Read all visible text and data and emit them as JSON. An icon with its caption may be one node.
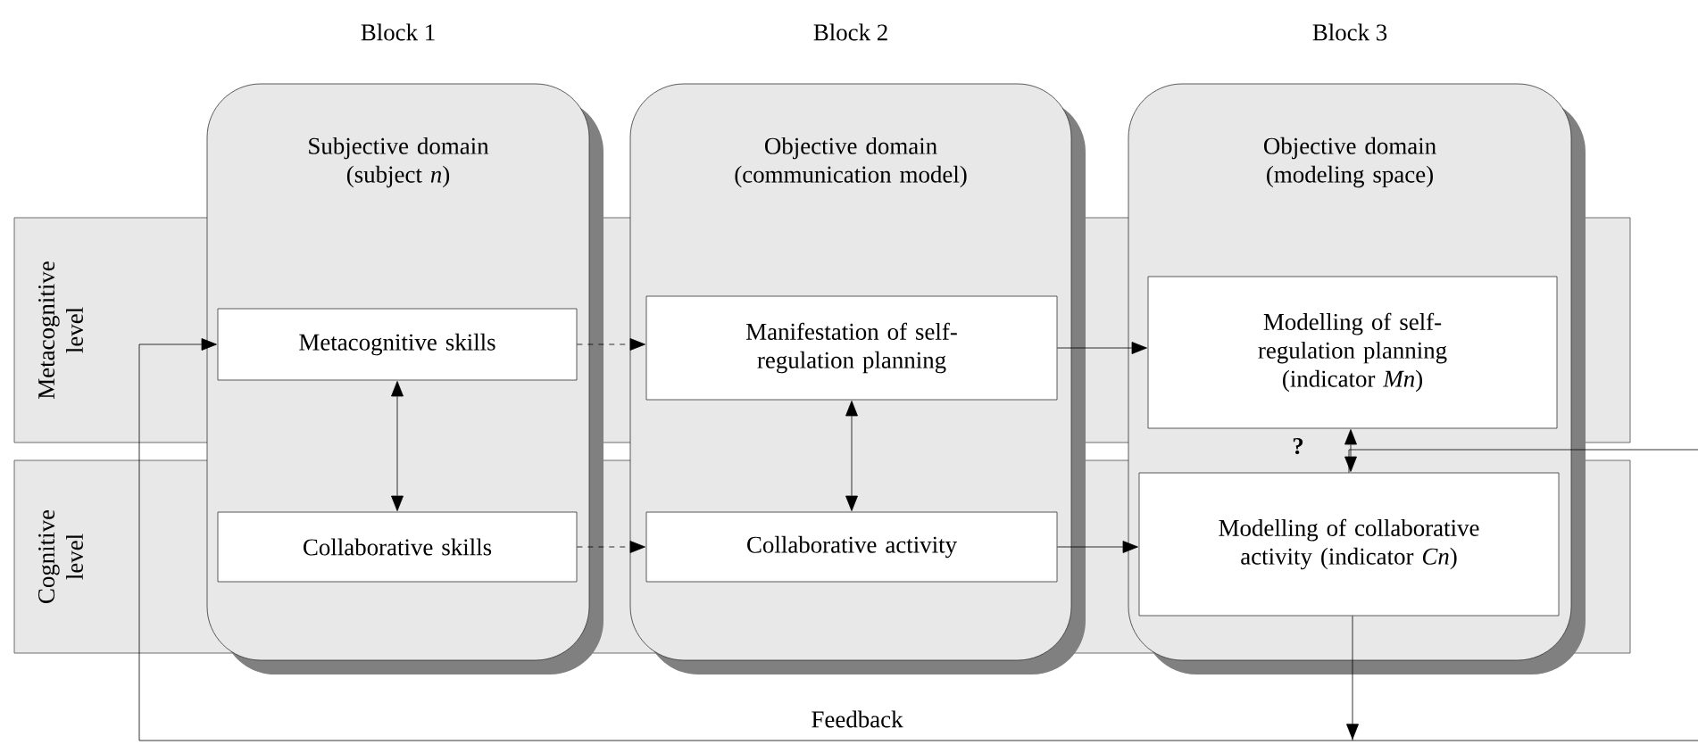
{
  "diagram": {
    "nodes": [
      {
        "text": [
          "Block 1",
          "Subjective domain (subject *n*)"
        ]
      },
      {
        "text": [
          "Block 2",
          "Objective domain (communication model)"
        ]
      },
      {
        "text": [
          "Block 3",
          "Objective domain (modeling space)"
        ]
      },
      {
        "text": [
          "Metacognitive skills"
        ],
        "in": 0
      },
      {
        "text": [
          "Collaborative skills"
        ],
        "in": 0
      },
      {
        "text": [
          "Manifestation of self-regulation planning"
        ],
        "in": 1
      },
      {
        "text": [
          "Collaborative activity"
        ],
        "in": 1
      },
      {
        "text": [
          "Modelling of self-regulation planning (indicator *Mn*)"
        ],
        "in": 2
      },
      {
        "text": [
          "Modelling of collaborative activity (indicator *Cn*)"
        ],
        "in": 2
      }
    ],
    "edges": [
      {
        "from": 3,
        "to": 5,
        "arrow": "to",
        "style": "dashed"
      },
      {
        "from": 4,
        "to": 6,
        "arrow": "to",
        "style": "dashed"
      },
      {
        "from": 5,
        "to": 7,
        "arrow": "to"
      },
      {
        "from": 6,
        "to": 8,
        "arrow": "to"
      },
      {
        "from": 3,
        "to": 4,
        "arrow": "both"
      },
      {
        "from": 5,
        "to": 6,
        "arrow": "both"
      },
      {
        "from": 7,
        "to": 8,
        "arrow": "both"
      },
      {
        "from": null,
        "to": 8,
        "arrow": "none"
      },
      {
        "from": 8,
        "to": 3,
        "arrow": "to",
        "label": "Feedback"
      }
    ],
    "labels": [
      "Metacognitive level",
      "?",
      "Cognitive level"
    ]
  }
}
